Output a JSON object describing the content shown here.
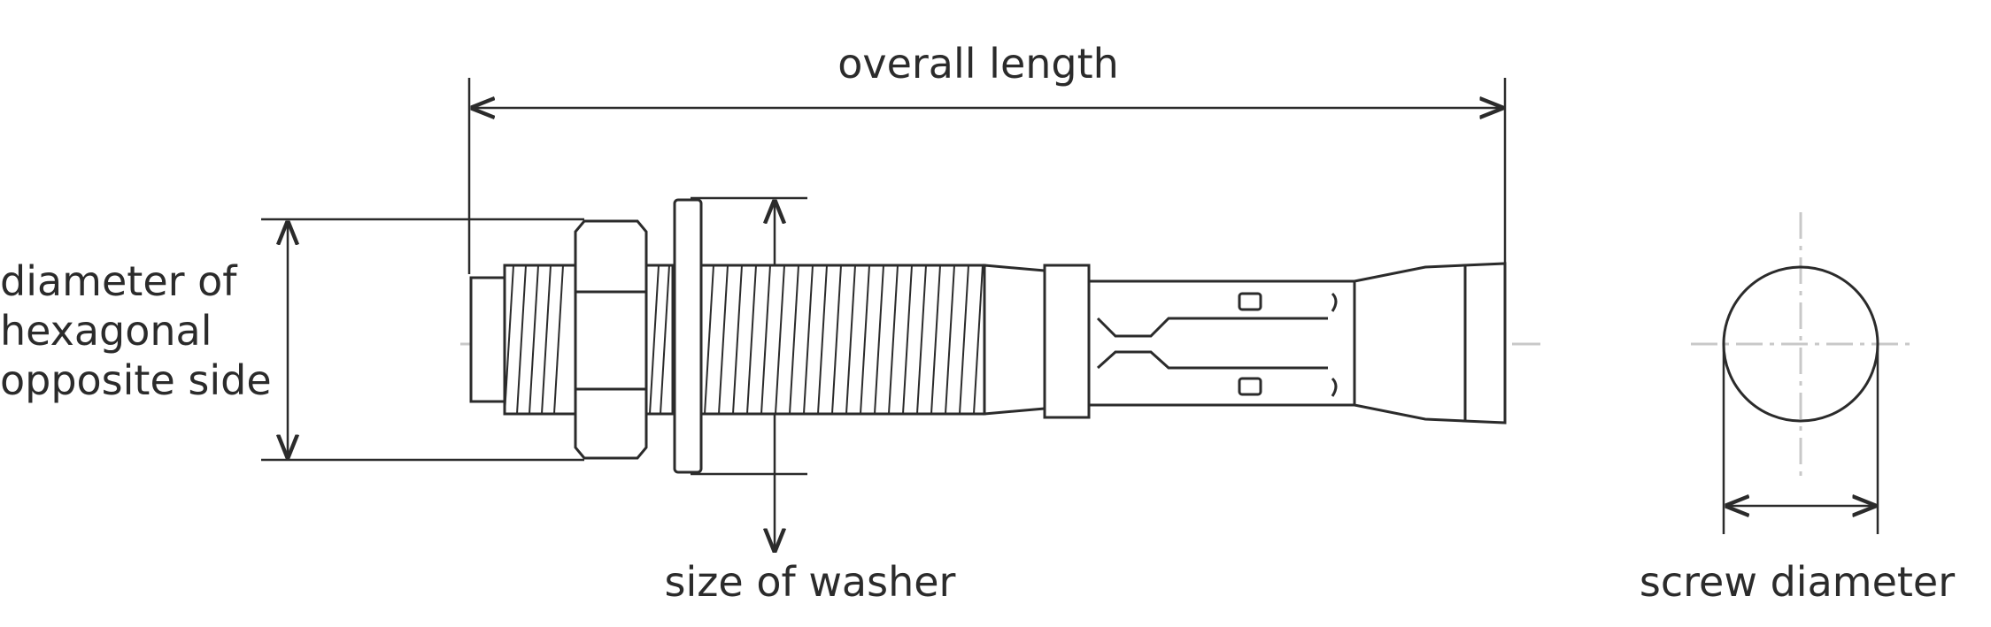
{
  "labels": {
    "overall_length": "overall length",
    "hex_line1": "diameter of",
    "hex_line2": "hexagonal",
    "hex_line3": "opposite side",
    "washer_size": "size of washer",
    "screw_diameter": "screw diameter"
  },
  "colors": {
    "line": "#2b2b2b",
    "center_line": "#c8c8c8"
  }
}
